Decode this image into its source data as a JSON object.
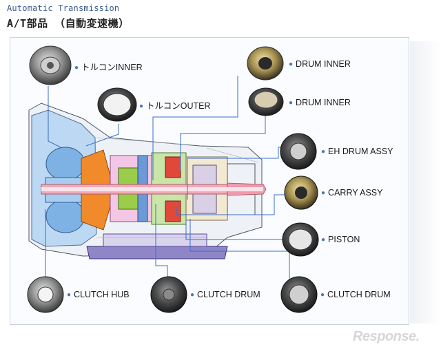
{
  "header": {
    "subtitle": "Automatic Transmission",
    "title": "A/T部品 （自動変速機）"
  },
  "parts": {
    "torque_inner": "トルコンINNER",
    "torque_outer": "トルコンOUTER",
    "drum_inner_1": "DRUM INNER",
    "drum_inner_2": "DRUM INNER",
    "eh_drum_assy": "EH DRUM ASSY",
    "carry_assy": "CARRY ASSY",
    "piston": "PISTON",
    "clutch_hub": "CLUTCH HUB",
    "clutch_drum_1": "CLUTCH DRUM",
    "clutch_drum_2": "CLUTCH DRUM"
  },
  "watermark": "Response.",
  "colors": {
    "leader_line": "#3b6cc9",
    "accent_dot": "#4a74b4",
    "housing_blue": "#7fb2e4",
    "converter_orange": "#f08a2a",
    "shaft_pink": "#f4a8b8",
    "gear_green": "#9ccd4a",
    "clutch_red": "#e0483a",
    "pan_purple": "#5a4a9a"
  }
}
